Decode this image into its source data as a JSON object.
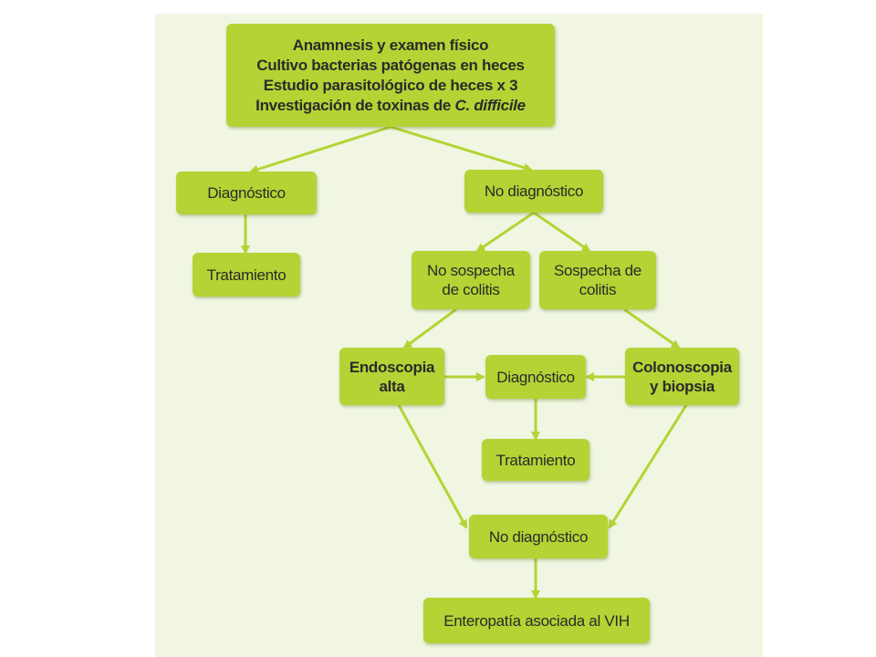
{
  "colors": {
    "box": "#b5d334",
    "arrow": "#b5d334",
    "panel": "#f0f6e2"
  },
  "diagram": {
    "start": {
      "line1": "Anamnesis y examen físico",
      "line2": "Cultivo bacterias patógenas en heces",
      "line3": "Estudio parasitológico de heces x 3",
      "line4_prefix": "Investigación de toxinas de ",
      "line4_italic": "C. difficile"
    },
    "diagnostico_left": "Diagnóstico",
    "tratamiento_left": "Tratamiento",
    "no_diagnostico_top": "No diagnóstico",
    "no_sospecha": {
      "line1": "No sospecha",
      "line2": "de colitis"
    },
    "sospecha": {
      "line1": "Sospecha de",
      "line2": "colitis"
    },
    "endoscopia": {
      "line1": "Endoscopia",
      "line2": "alta"
    },
    "colonoscopia": {
      "line1": "Colonoscopia",
      "line2": "y biopsia"
    },
    "diagnostico_center": "Diagnóstico",
    "tratamiento_center": "Tratamiento",
    "no_diagnostico_bottom": "No diagnóstico",
    "final": "Enteropatía asociada al VIH"
  }
}
